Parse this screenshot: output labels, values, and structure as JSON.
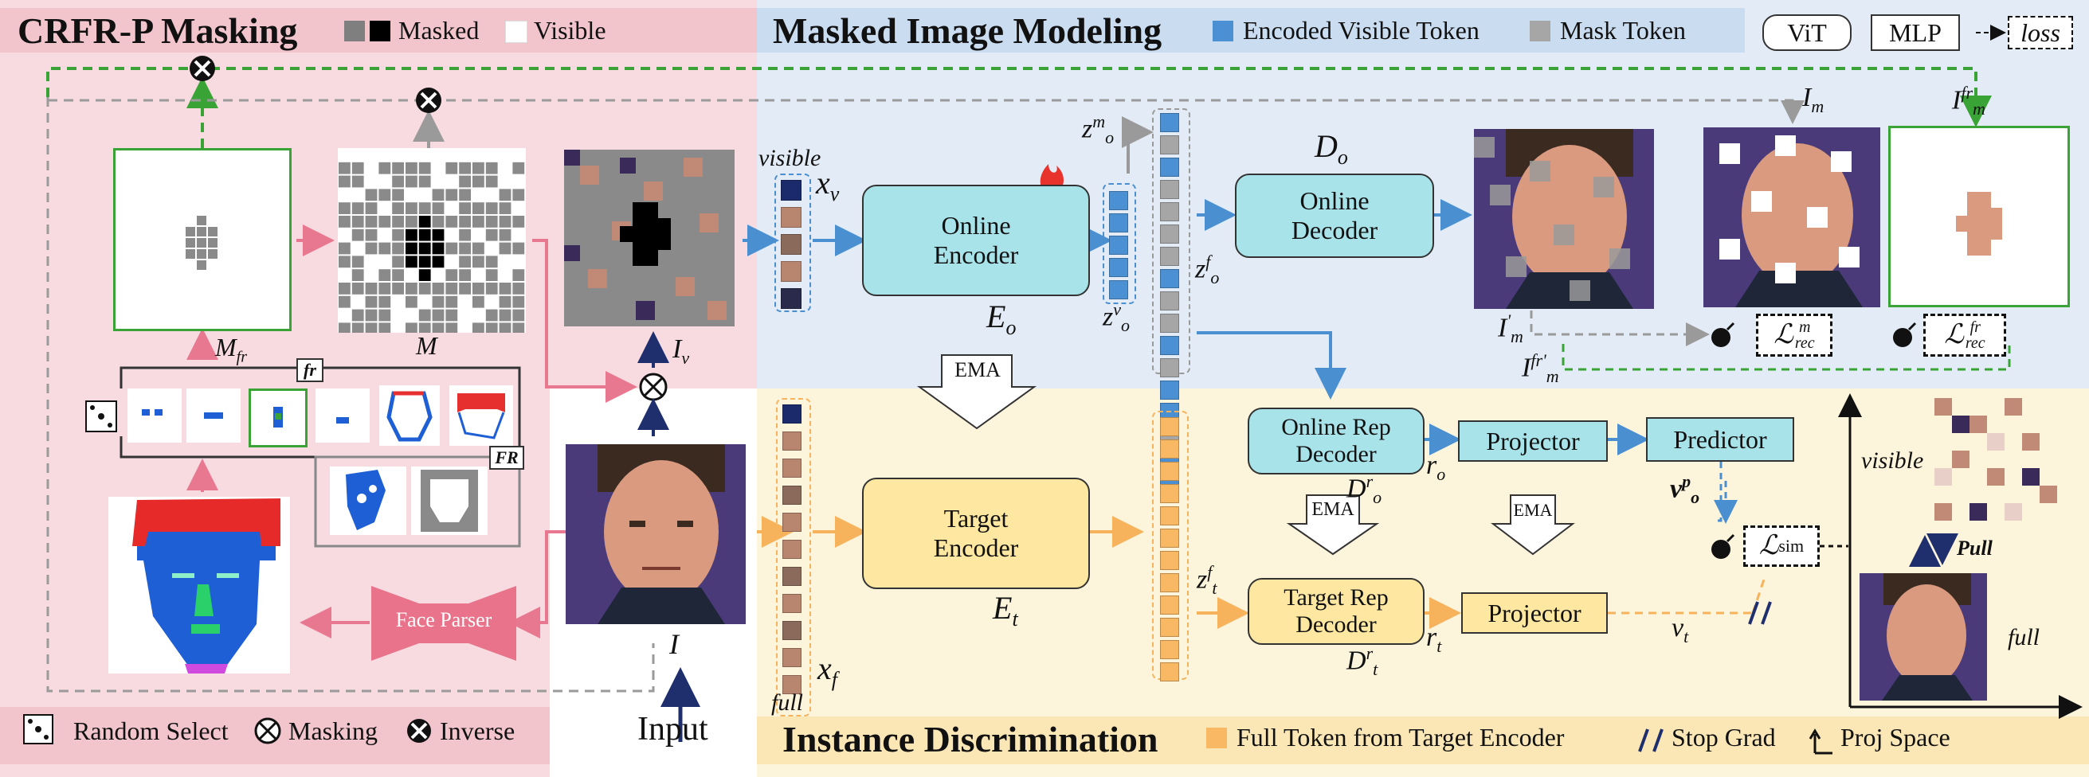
{
  "masking": {
    "title": "CRFR-P Masking",
    "legend_masked": "Masked",
    "legend_visible": "Visible",
    "label_mfr": "M",
    "label_mfr_sub": "fr",
    "label_m": "M",
    "tag_fr": "fr",
    "tag_FR": "FR",
    "face_parser": "Face Parser",
    "label_iv": "I",
    "label_iv_sub": "v",
    "label_i": "I",
    "input": "Input"
  },
  "mim": {
    "title": "Masked Image Modeling",
    "legend_encoded": "Encoded Visible Token",
    "legend_mask": "Mask Token",
    "visible": "visible",
    "xv": "x",
    "xv_sub": "v",
    "online_encoder": "Online Encoder",
    "eo": "E",
    "eo_sub": "o",
    "zom": "z",
    "zom_sup": "m",
    "zom_sub": "o",
    "zov": "z",
    "zov_sup": "v",
    "zov_sub": "o",
    "zof": "z",
    "zof_sup": "f",
    "zof_sub": "o",
    "do": "D",
    "do_sub": "o",
    "online_decoder": "Online Decoder",
    "im": "I",
    "im_sub": "m",
    "imfr": "I",
    "imfr_sup": "fr",
    "imfr_sub": "m",
    "im_prime": "I",
    "im_prime_sub": "m",
    "im_prime_sup": "'",
    "imfr_prime": "I",
    "imfr_prime_sup": "fr'",
    "imfr_prime_sub": "m",
    "loss_rec_m": "ℒ",
    "loss_rec_m_sup": "m",
    "loss_rec_m_sub": "rec",
    "loss_rec_fr": "ℒ",
    "loss_rec_fr_sup": "fr",
    "loss_rec_fr_sub": "rec"
  },
  "legend_right": {
    "vit": "ViT",
    "mlp": "MLP",
    "loss": "loss"
  },
  "inst": {
    "title": "Instance Discrimination",
    "legend_full": "Full Token from Target Encoder",
    "legend_stop": "Stop Grad",
    "legend_proj": "Proj Space",
    "ema": "EMA",
    "target_encoder": "Target Encoder",
    "et": "E",
    "et_sub": "t",
    "full": "full",
    "xf": "x",
    "xf_sub": "f",
    "ztf": "z",
    "ztf_sup": "f",
    "ztf_sub": "t",
    "online_rep_decoder": "Online Rep Decoder",
    "dor": "D",
    "dor_sup": "r",
    "dor_sub": "o",
    "target_rep_decoder": "Target Rep Decoder",
    "dtr": "D",
    "dtr_sup": "r",
    "dtr_sub": "t",
    "projector": "Projector",
    "predictor": "Predictor",
    "ro": "r",
    "ro_sub": "o",
    "rt": "r",
    "rt_sub": "t",
    "vop": "v",
    "vop_sup": "p",
    "vop_sub": "o",
    "vt": "v",
    "vt_sub": "t",
    "lsim": "ℒ",
    "lsim_sub": "sim",
    "pull": "Pull",
    "proj_visible": "visible",
    "proj_full": "full"
  },
  "bottom_legend": {
    "random_select": "Random Select",
    "masking": "Masking",
    "inverse": "Inverse"
  },
  "colors": {
    "pink_panel": "#f8dbe0",
    "pink_title": "#f2c4cc",
    "blue_panel": "#e3ecf6",
    "blue_title": "#c9dcf0",
    "yellow_panel": "#fdf4dc",
    "yellow_title": "#fbe7b6",
    "cyan_box": "#a9e3ea",
    "yellow_box": "#fde7a1",
    "token_blue": "#4a90d2",
    "token_gray": "#a6a6a6",
    "token_orange": "#f9b864",
    "arrow_blue": "#4a8fd0",
    "arrow_pink": "#e87790",
    "arrow_green": "#3aa336",
    "arrow_orange": "#f7b35c",
    "face_parser": "#e8738a",
    "navy": "#1f2f6e"
  }
}
